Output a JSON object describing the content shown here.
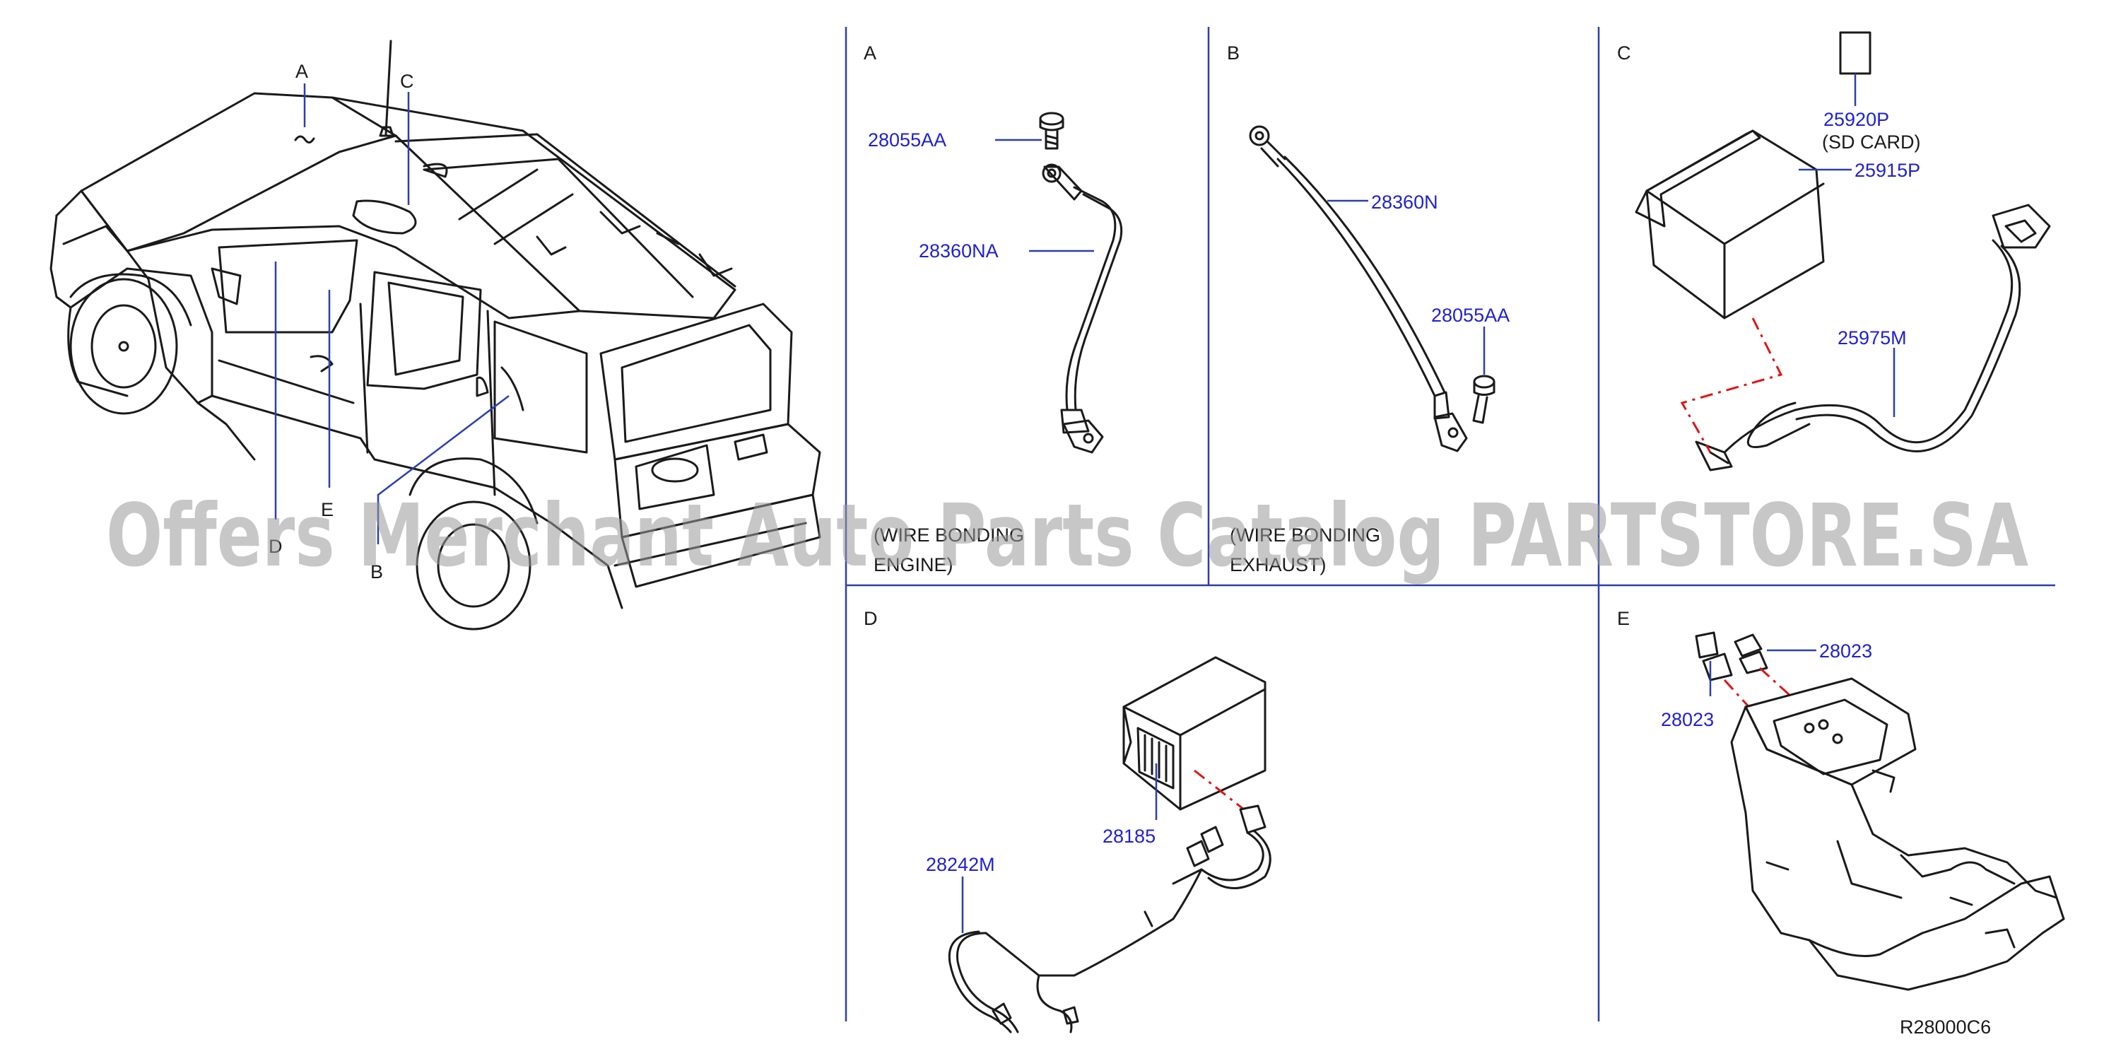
{
  "car": {
    "callouts": {
      "a": "A",
      "b": "B",
      "c": "C",
      "d": "D",
      "e": "E"
    }
  },
  "panels": {
    "a": {
      "letter": "A",
      "parts": [
        "28055AA",
        "28360NA"
      ],
      "note_line1": "(WIRE BONDING",
      "note_line2": "ENGINE)"
    },
    "b": {
      "letter": "B",
      "parts": [
        "28360N",
        "28055AA"
      ],
      "note_line1": "(WIRE BONDING",
      "note_line2": "EXHAUST)"
    },
    "c": {
      "letter": "C",
      "parts": [
        "25920P",
        "25915P",
        "25975M"
      ],
      "sub_label": "(SD   CARD)"
    },
    "d": {
      "letter": "D",
      "parts": [
        "28185",
        "28242M"
      ]
    },
    "e": {
      "letter": "E",
      "parts": [
        "28023",
        "28023"
      ]
    }
  },
  "diagram_code": "R28000C6",
  "watermark": "Offers Merchant Auto Parts Catalog PARTSTORE.SA",
  "colors": {
    "part_number": "#1f1fd6",
    "leader": "#2b3fae",
    "connection": "#e01515",
    "line_art": "#1a1a1a",
    "watermark": "#9a9a9a"
  }
}
